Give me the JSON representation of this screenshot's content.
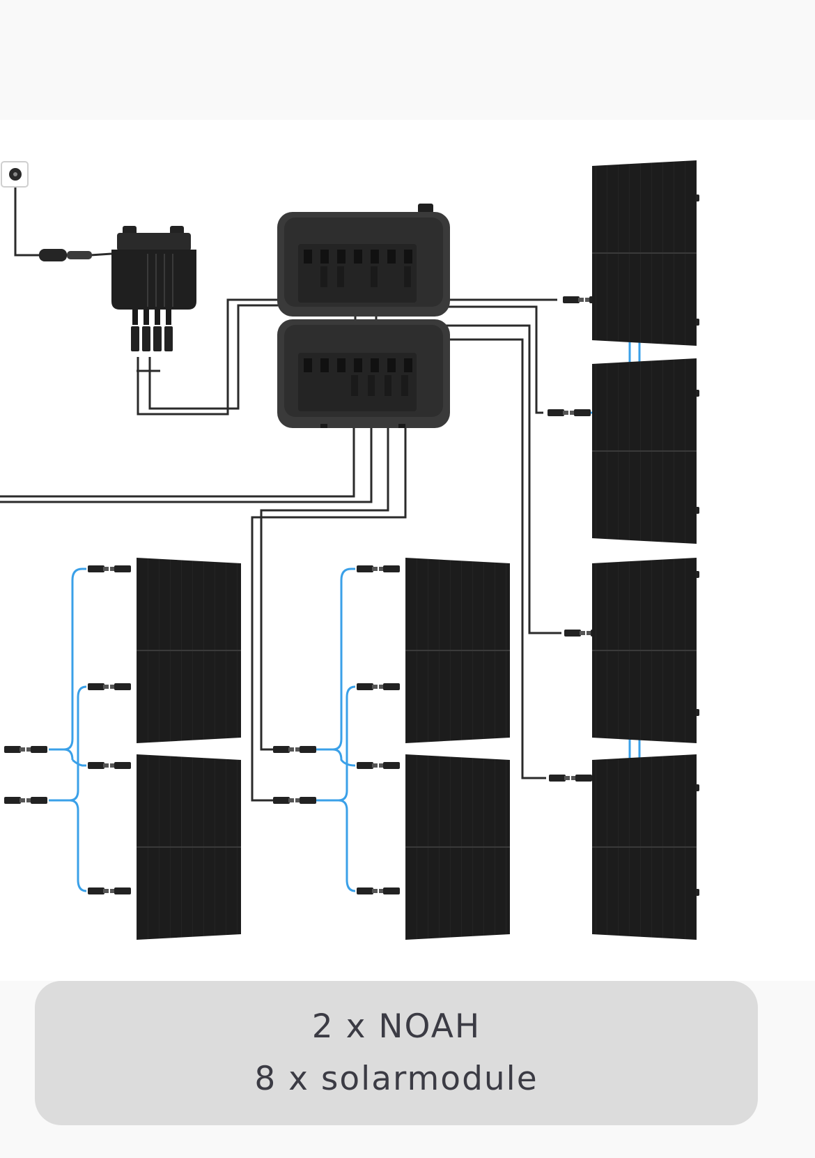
{
  "caption": {
    "line1": "2 x NOAH",
    "line2": "8 x solarmodule"
  },
  "colors": {
    "background": "#f9f9f9",
    "diagram_bg": "#ffffff",
    "panel": "#1c1c1c",
    "cable_dark": "#2a2a2a",
    "cable_blue": "#3aa0e8",
    "caption_bg": "#dcdcdc",
    "caption_text": "#3b3b44"
  },
  "components": {
    "outlet": "wall-socket-icon",
    "inverter": "microinverter",
    "batteries": [
      "noah-battery-1",
      "noah-battery-2"
    ],
    "panels": [
      "solar-panel-1",
      "solar-panel-2",
      "solar-panel-3",
      "solar-panel-4",
      "solar-panel-5",
      "solar-panel-6",
      "solar-panel-7",
      "solar-panel-8"
    ]
  }
}
